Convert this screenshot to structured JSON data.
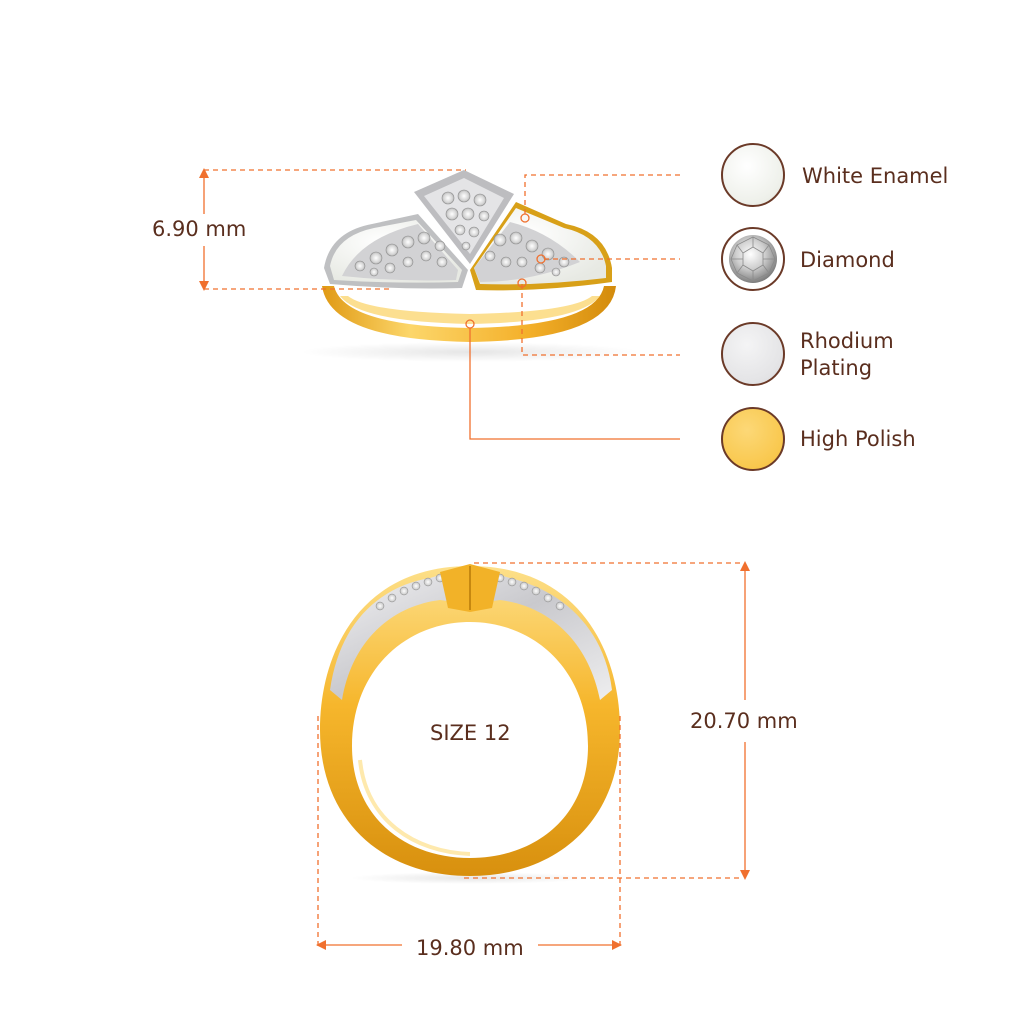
{
  "dimensions": {
    "height": "6.90 mm",
    "inner_height": "20.70 mm",
    "width": "19.80 mm",
    "size": "SIZE 12"
  },
  "legend": [
    {
      "name": "White Enamel",
      "icon": "white-enamel-swatch",
      "color": "#f4f5f1"
    },
    {
      "name": "Diamond",
      "icon": "diamond-swatch",
      "color": "#e6e6e6"
    },
    {
      "name": "Rhodium\nPlating",
      "icon": "rhodium-swatch",
      "color": "#e8e8ea"
    },
    {
      "name": "High Polish",
      "icon": "gold-swatch",
      "color": "#f9cc5a"
    }
  ],
  "colors": {
    "dimension_line": "#f0702e",
    "text": "#5a2e1e",
    "gold": "#f6b62c",
    "gold_dark": "#d8900e",
    "enamel": "#f7f8f5",
    "rhodium": "#d9d9dc"
  }
}
